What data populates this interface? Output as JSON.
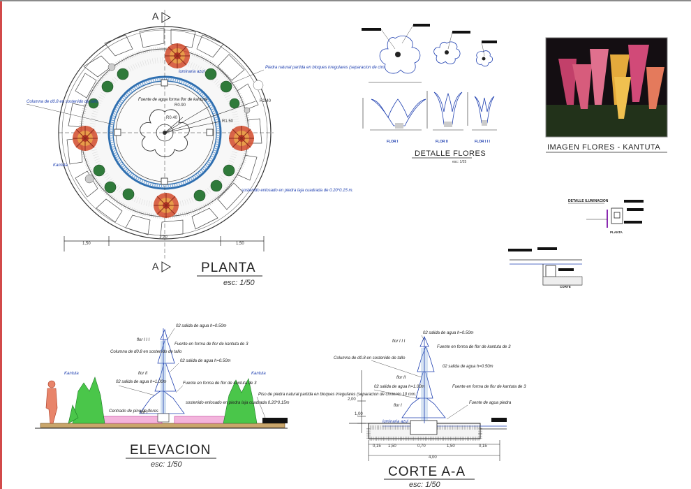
{
  "planta": {
    "section_marker": "A",
    "title": "PLANTA",
    "scale": "esc: 1/50",
    "radius_labels": [
      "R0.90",
      "R0.40",
      "R1.50",
      "R2.40"
    ],
    "dims_bottom": [
      "1,50",
      "1,70",
      "1,50"
    ],
    "notes": {
      "column": "Columna de d0.8 en sostenido de tallo",
      "luminaria": "luminaria azul",
      "fountain": "Fuente de agua forma flor de kantuta",
      "stone": "Piedra natural partida en bloques irregulares (separacion de cimiento 10 mm.)",
      "kantuta": "Kantuta",
      "pavement": "sostenido enlosado en piedra laja cuadrada de 0.20*0.15 m."
    }
  },
  "detalle_flores": {
    "title": "DETALLE FLORES",
    "scale": "esc: 1/25",
    "labels": [
      "FLOR I",
      "FLOR II",
      "FLOR I I I"
    ]
  },
  "imagen": {
    "caption": "IMAGEN FLORES - KANTUTA"
  },
  "detalle_iluminacion": {
    "title": "DETALLE ILUMINACION",
    "sub": "PLANTA",
    "corte": "CORTE"
  },
  "elevacion": {
    "title": "ELEVACION",
    "scale": "esc: 1/50",
    "notes": {
      "salida_top": "02 salida de agua h=0.50m",
      "flor3": "flor I I I",
      "fuente_mid": "Fuente en forma de flor de kantuta de 3",
      "column": "Columna de d0.8 en sostenido de tallo",
      "salida_mid": "02 salida de agua h=0.50m",
      "flor2": "flor II",
      "kantuta_l": "Kantuta",
      "kantuta_r": "Kantuta",
      "salida_low": "02 salida de agua h=1.00m",
      "fuente_low": "Fuente en forma de flor de kantuta de 3",
      "base": "sostenido enlosado en piedra laja cuadrada 0.20*0.15m",
      "flor1": "flor I",
      "plant_base": "Centrado de pino de flores",
      "piso": "Piso de piedra natural partida en bloques irregulares (separacion de cimiento 10 mm.)"
    }
  },
  "corte": {
    "title": "CORTE A-A",
    "scale": "esc: 1/50",
    "dims_left": [
      "2,00",
      "1,00"
    ],
    "dims_bottom": [
      "0,15",
      "1,50",
      "0,70",
      "1,50",
      "0,15"
    ],
    "dim_total": "4,00",
    "notes": {
      "salida_top": "02 salida de agua h=0.50m",
      "flor3": "flor I I I",
      "fuente_top": "Fuente en forma de flor de kantuta de 3",
      "column": "Columna de d0.8 en sostenido de tallo",
      "salida_mid": "02 salida de agua h=0.50m",
      "flor2": "flor II",
      "salida_low": "02 salida de agua h=1.00m",
      "fuente_low": "Fuente en forma de flor de kantuta de 3",
      "flor1": "flor I",
      "fuente_agua": "Fuente de agua piedra",
      "luminaria": "luminaria azul"
    }
  }
}
